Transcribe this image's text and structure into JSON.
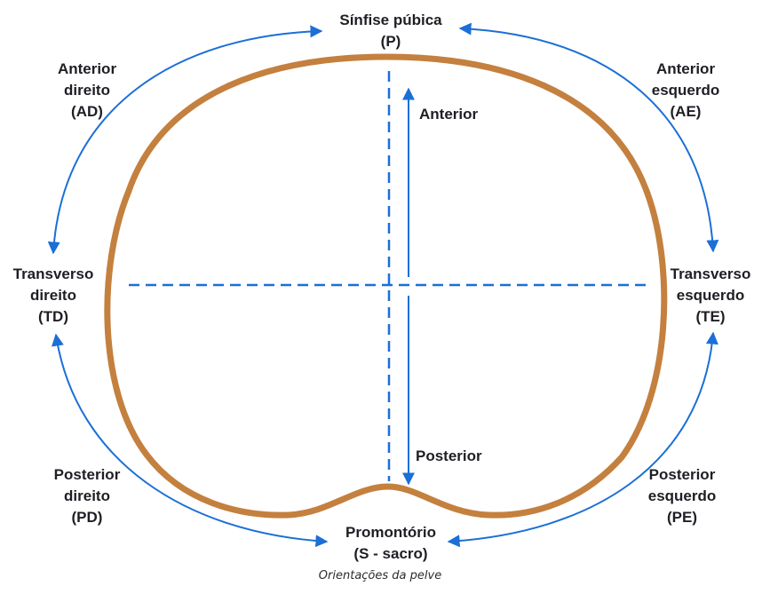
{
  "diagram": {
    "caption": "Orientações da pelve",
    "colors": {
      "outline": "#c4803e",
      "arrows": "#1b6fd6",
      "text": "#1e1f24"
    },
    "labels": {
      "top": {
        "line1": "Sínfise púbica",
        "line2": "(P)"
      },
      "bottom": {
        "line1": "Promontório",
        "line2": "(S - sacro)"
      },
      "anterior_right": {
        "line1": "Anterior",
        "line2": "direito",
        "line3": "(AD)"
      },
      "anterior_left": {
        "line1": "Anterior",
        "line2": "esquerdo",
        "line3": "(AE)"
      },
      "transverse_right": {
        "line1": "Transverso",
        "line2": "direito",
        "line3": "(TD)"
      },
      "transverse_left": {
        "line1": "Transverso",
        "line2": "esquerdo",
        "line3": "(TE)"
      },
      "posterior_right": {
        "line1": "Posterior",
        "line2": "direito",
        "line3": "(PD)"
      },
      "posterior_left": {
        "line1": "Posterior",
        "line2": "esquerdo",
        "line3": "(PE)"
      },
      "axis_anterior": "Anterior",
      "axis_posterior": "Posterior"
    }
  }
}
